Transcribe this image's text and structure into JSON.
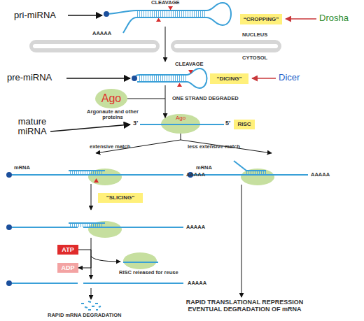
{
  "diagram": {
    "nodes": [
      {
        "text": [
          "“CROPPING”"
        ]
      },
      {
        "text": [
          "“DICING”"
        ]
      },
      {
        "text": [
          "Ago"
        ]
      },
      {
        "text": [
          "Ago"
        ]
      },
      {
        "text": [
          "RISC"
        ]
      },
      {
        "text": [
          "“SLICING”"
        ]
      },
      {
        "text": [
          "ATP"
        ]
      },
      {
        "text": [
          "ADP"
        ]
      }
    ],
    "edges": [
      {
        "from": 2,
        "to": 3,
        "arrow": "to"
      },
      {
        "from": 6,
        "to": 7,
        "arrow": "to"
      }
    ],
    "labels": [
      "pri-miRNA",
      "CLEAVAGE",
      "Drosha",
      "AAAAA",
      "NUCLEUS",
      "CYTOSOL",
      "CLEAVAGE",
      "pre-miRNA",
      "Dicer",
      "ONE STRAND DEGRADED",
      "Argonaute and other proteins",
      "mature miRNA",
      "3′",
      "5′",
      "extensive match",
      "less extensive match",
      "mRNA",
      "AAAAA",
      "mRNA",
      "AAAAA",
      "AAAAA",
      "RISC released for reuse",
      "AAAAA",
      "RAPID mRNA DEGRADATION",
      "RAPID TRANSLATIONAL REPRESSION EVENTUAL DEGRADATION OF mRNA"
    ]
  }
}
